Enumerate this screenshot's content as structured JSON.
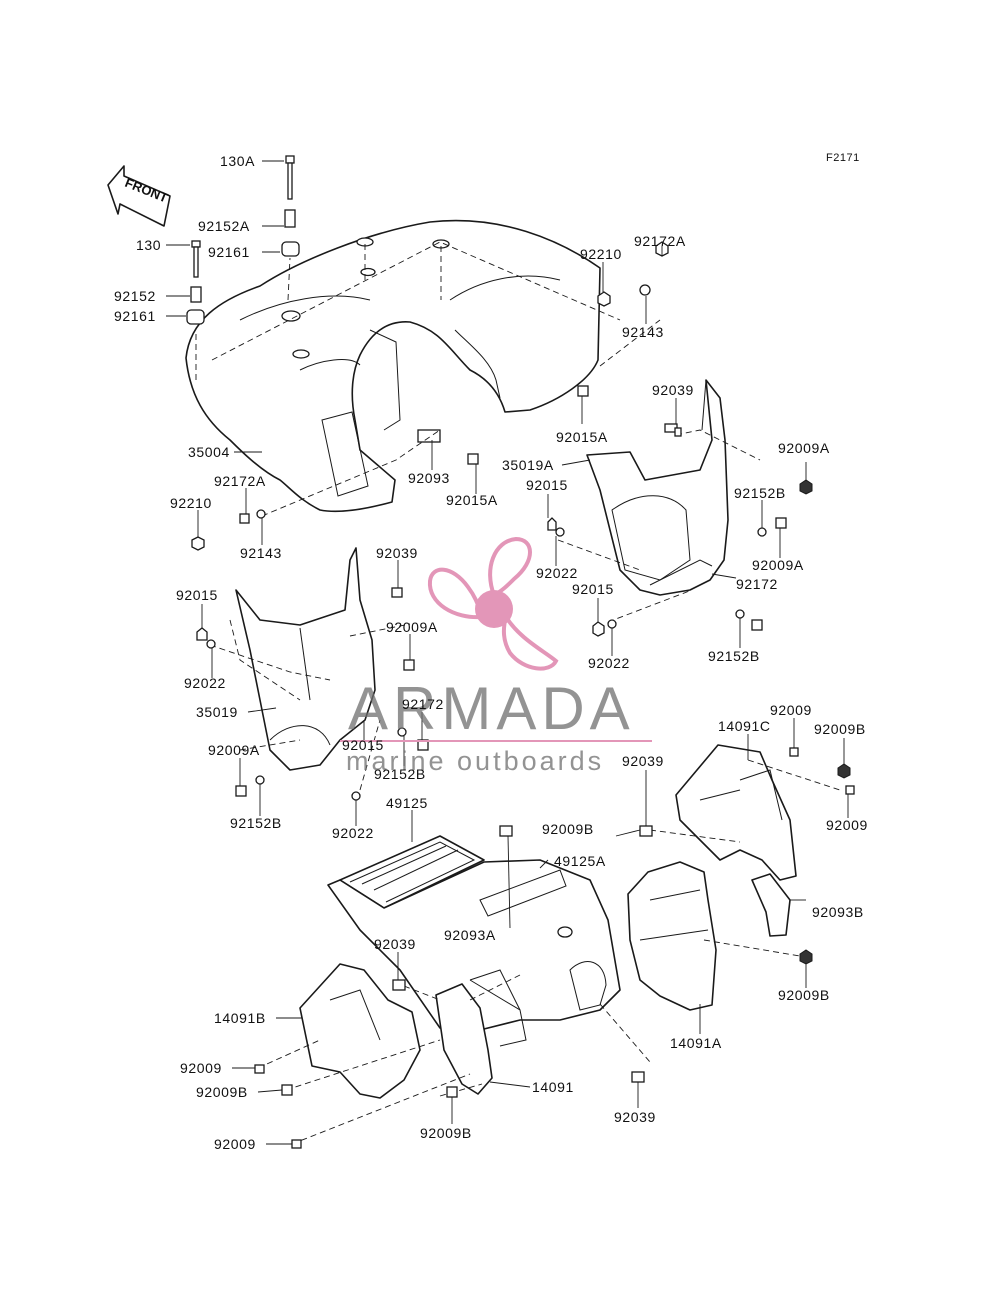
{
  "figure_id": "F2171",
  "front_arrow_text": "FRONT",
  "watermark": {
    "name": "ARMADA",
    "tagline": "marine outboards",
    "logo_color": "#e396b8",
    "text_color": "#6f6f6f"
  },
  "callouts": {
    "c01": "130A",
    "c02": "92152A",
    "c03": "130",
    "c04": "92161",
    "c05": "92152",
    "c06": "92161",
    "c07": "92210",
    "c08": "92172A",
    "c09": "92143",
    "c10": "35004",
    "c11": "92093",
    "c12": "92015A",
    "c13": "92015A",
    "c14": "92039",
    "c15": "92009A",
    "c16": "35019A",
    "c17": "92015",
    "c18": "92152B",
    "c19": "92022",
    "c20": "92009A",
    "c21": "92172",
    "c22": "92015",
    "c23": "92022",
    "c24": "92152B",
    "c25": "92172A",
    "c26": "92210",
    "c27": "92143",
    "c28": "92039",
    "c29": "92015",
    "c30": "92009A",
    "c31": "92022",
    "c32": "35019",
    "c33": "92172",
    "c34": "92009A",
    "c35": "92015",
    "c36": "92152B",
    "c37": "92152B",
    "c38": "92022",
    "c39": "49125",
    "c40": "92039",
    "c41": "14091C",
    "c42": "92009",
    "c43": "92009B",
    "c44": "92009",
    "c45": "92009B",
    "c46": "49125A",
    "c47": "92093A",
    "c48": "92093B",
    "c49": "92009B",
    "c50": "92039",
    "c51": "14091B",
    "c52": "92009",
    "c53": "92009B",
    "c54": "14091",
    "c55": "92009B",
    "c56": "92009",
    "c57": "14091A",
    "c58": "92039"
  }
}
